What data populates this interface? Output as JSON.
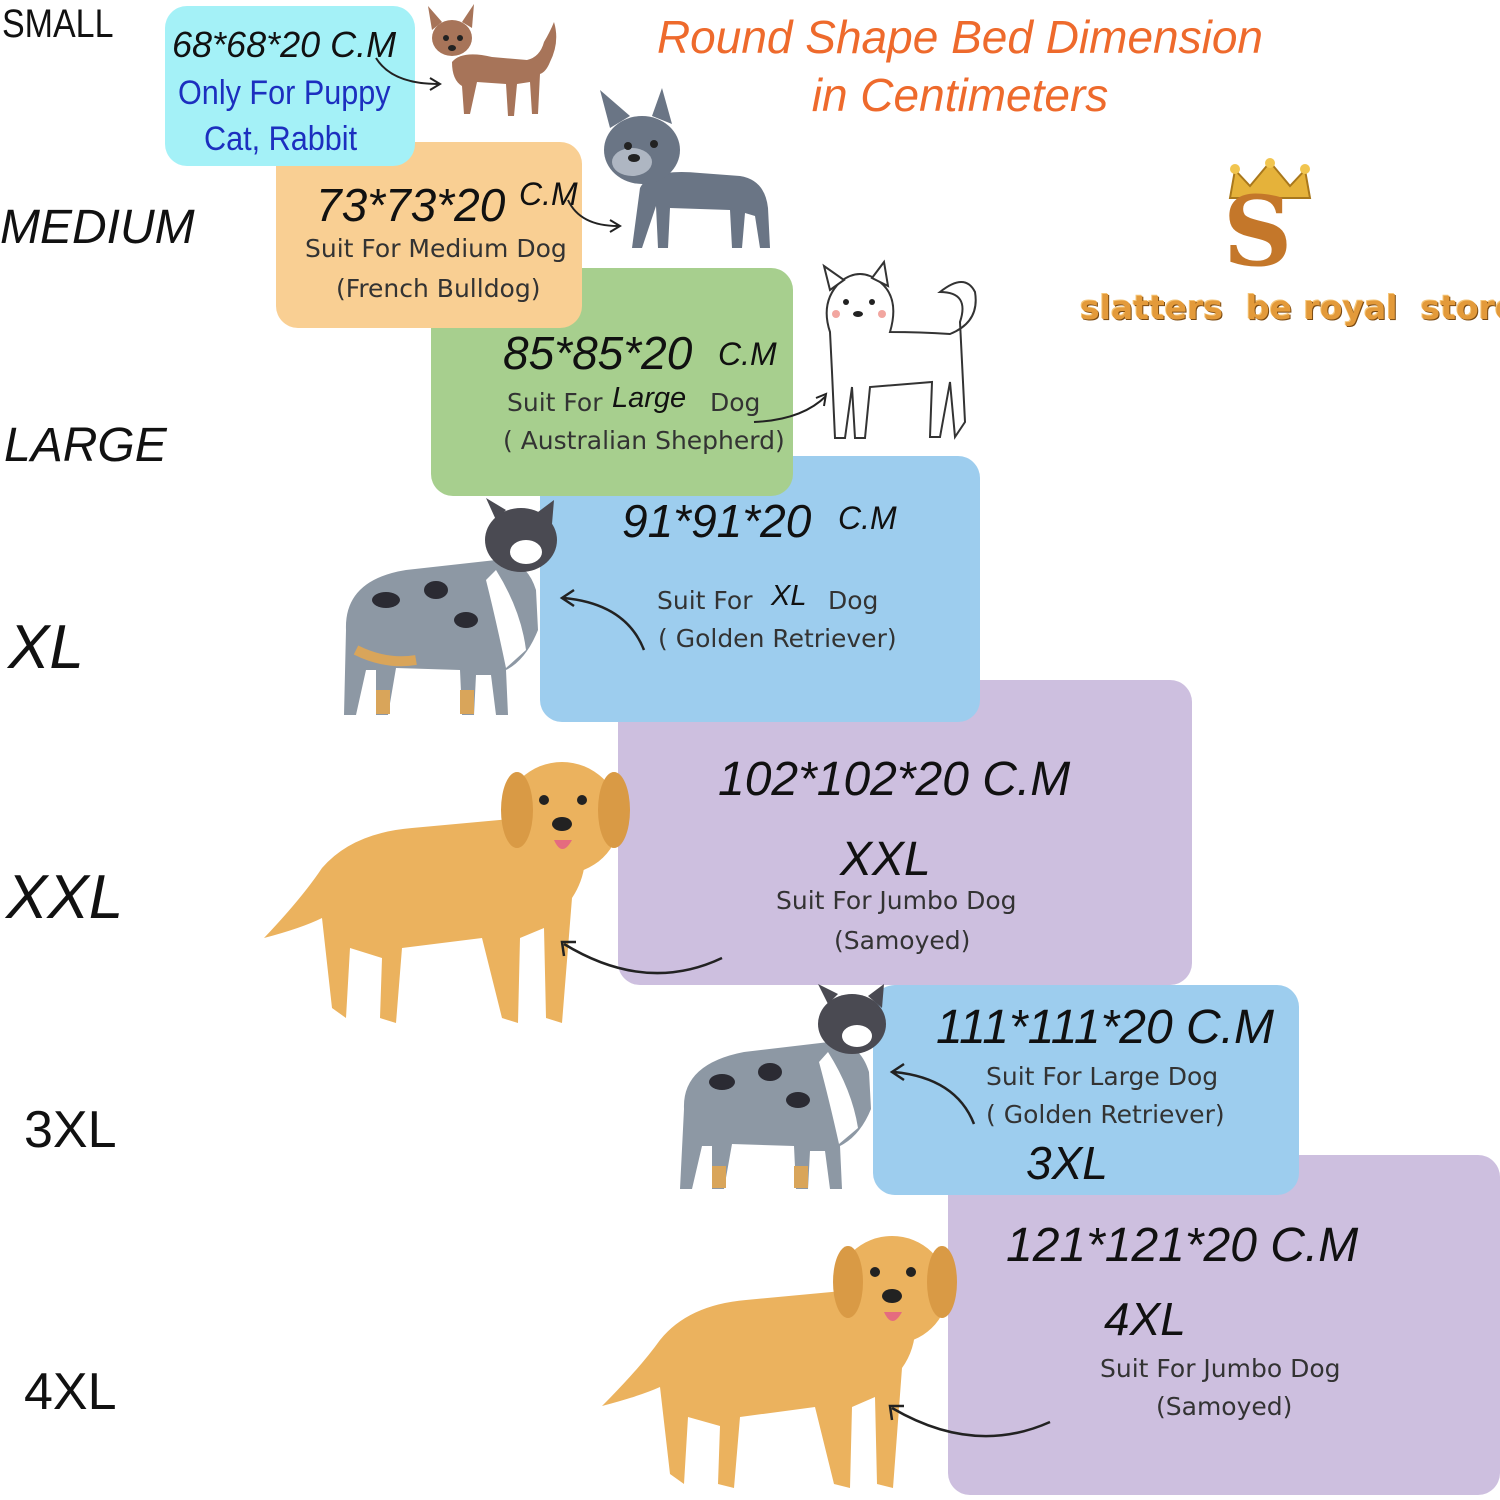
{
  "title": {
    "line1": "Round Shape Bed Dimension",
    "line2": "in Centimeters"
  },
  "brand": {
    "logo_letter": "S",
    "name": "slatters  be royal  store"
  },
  "size_labels": [
    "SMALL",
    "MEDIUM",
    "LARGE",
    "XL",
    "XXL",
    "3XL",
    "4XL"
  ],
  "cards": {
    "small": {
      "dim": "68*68*20 C.M",
      "line1": "Only For Puppy",
      "line2": "Cat,  Rabbit",
      "color": "#a4f1f7"
    },
    "medium": {
      "dim": "73*73*20",
      "unit": "C.M",
      "line1": "Suit For Medium Dog",
      "line2": "(French Bulldog)",
      "color": "#f9cf93"
    },
    "large": {
      "dim": "85*85*20",
      "unit": "C.M",
      "line1a": "Suit For",
      "line1b": "Large",
      "line1c": "Dog",
      "line2": "( Australian Shepherd)",
      "color": "#a7cf8e"
    },
    "xl": {
      "dim": "91*91*20",
      "unit": "C.M",
      "line1a": "Suit For",
      "line1b": "XL",
      "line1c": "Dog",
      "line2": "( Golden Retriever)",
      "color": "#9dcdee"
    },
    "xxl": {
      "dim": "102*102*20 C.M",
      "size": "XXL",
      "line1": "Suit For Jumbo Dog",
      "line2": "(Samoyed)",
      "color": "#cdbfdf"
    },
    "xxxl": {
      "dim": "111*111*20 C.M",
      "line1": "Suit For Large Dog",
      "line2": "( Golden Retriever)",
      "size": "3XL",
      "color": "#9dcdee"
    },
    "xxxxl": {
      "dim": "121*121*20 C.M",
      "size": "4XL",
      "line1": "Suit For Jumbo Dog",
      "line2": "(Samoyed)",
      "color": "#cdbfdf"
    }
  },
  "illustrations": [
    "chihuahua-icon",
    "french-bulldog-icon",
    "samoyed-icon",
    "australian-shepherd-icon",
    "golden-retriever-icon"
  ]
}
